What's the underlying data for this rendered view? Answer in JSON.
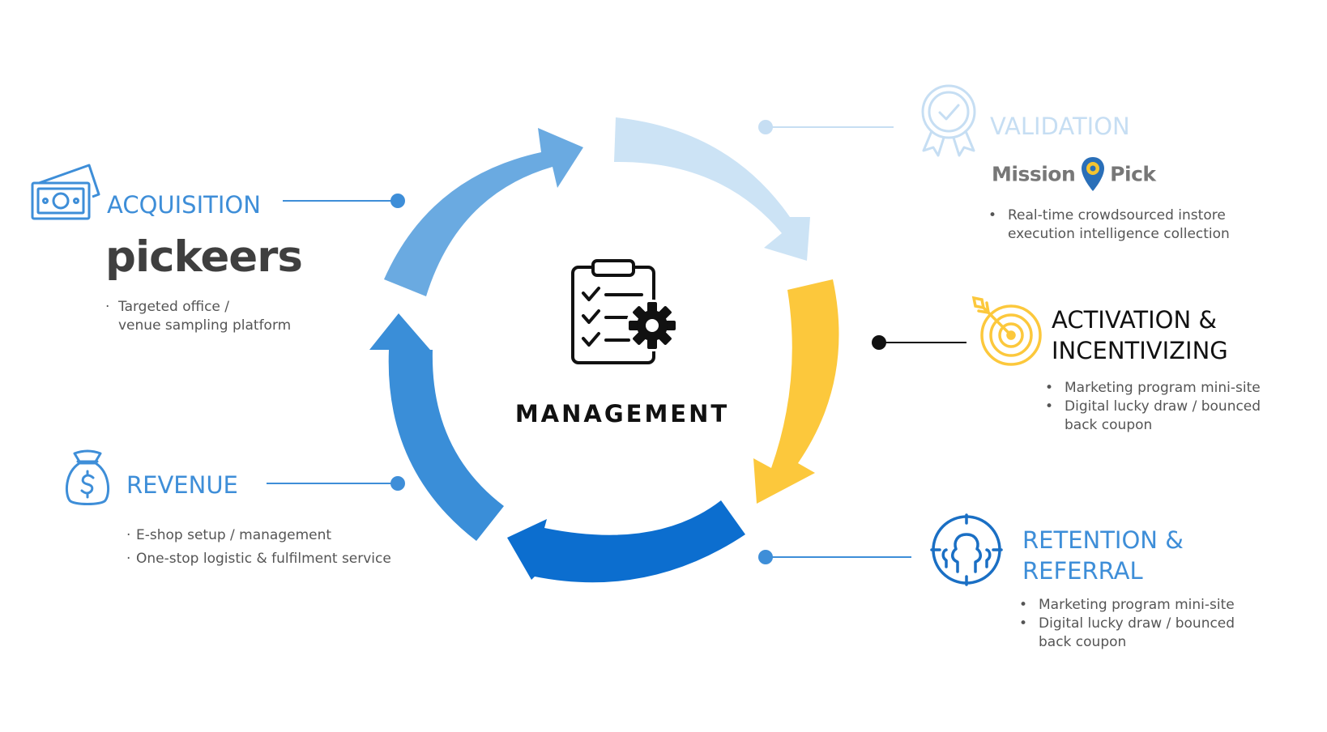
{
  "center": {
    "title": "MANAGEMENT"
  },
  "acquisition": {
    "title": "ACQUISITION",
    "brand": "pickeers",
    "items": [
      "Targeted office /",
      "venue sampling platform"
    ]
  },
  "validation": {
    "title": "VALIDATION",
    "brand": {
      "part1": "Mission",
      "part2": "Pick"
    },
    "items": [
      "Real-time crowdsourced instore",
      "execution intelligence collection"
    ]
  },
  "activation": {
    "title_line1": "ACTIVATION &",
    "title_line2": "INCENTIVIZING",
    "items": [
      "Marketing program mini-site",
      "Digital lucky draw / bounced",
      "back coupon"
    ]
  },
  "retention": {
    "title_line1": "RETENTION &",
    "title_line2": "REFERRAL",
    "items": [
      "Marketing program mini-site",
      "Digital lucky draw / bounced",
      "back coupon"
    ]
  },
  "revenue": {
    "title": "REVENUE",
    "items": [
      "E-shop setup / management",
      "One-stop logistic & fulfilment service"
    ]
  },
  "colors": {
    "acquisition_arrow": "#6aaae1",
    "validation_arrow": "#cce3f5",
    "activation_arrow": "#fcc83c",
    "retention_arrow": "#0c6ecf",
    "revenue_arrow": "#3a8ed8",
    "heading_blue": "#3e8ed8",
    "validation_text": "#c6def3",
    "connector_blue": "#3e8ed8",
    "connector_dark": "#111111",
    "body_text": "#555555"
  }
}
